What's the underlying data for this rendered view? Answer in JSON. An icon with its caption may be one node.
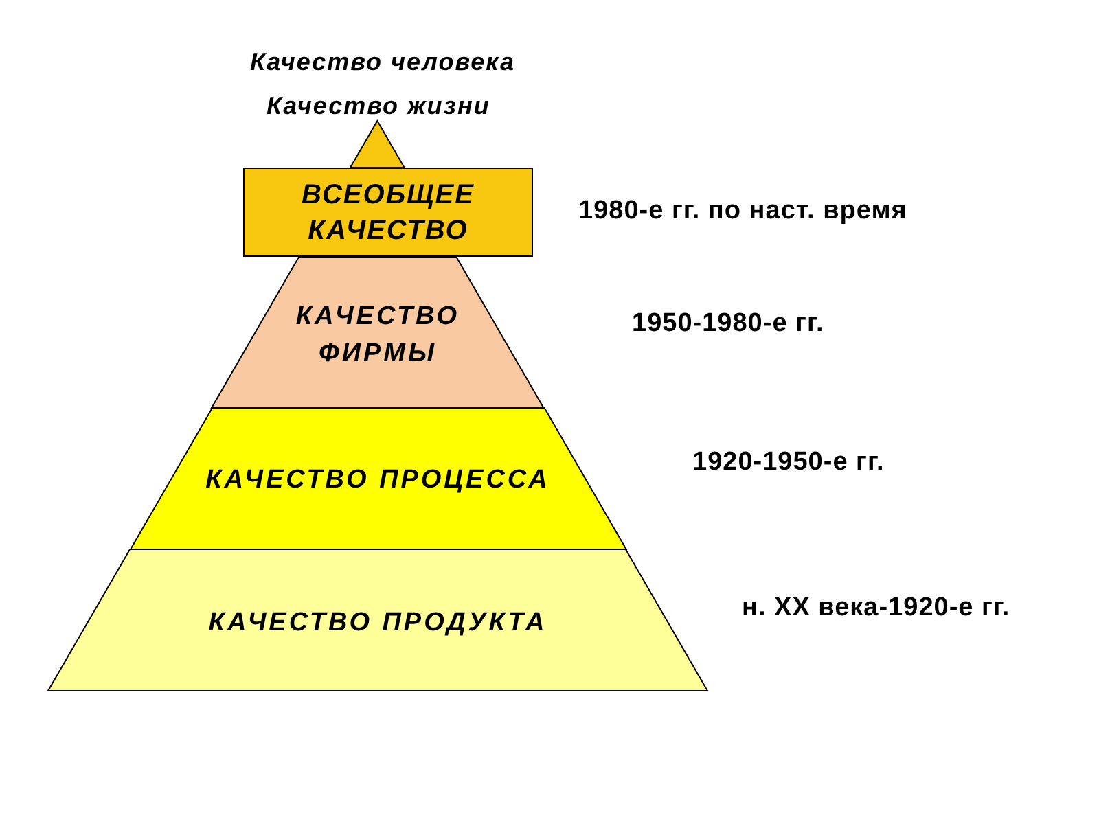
{
  "diagram": {
    "nodes": [
      {
        "text": [],
        "shape": "triangle"
      },
      {
        "text": [
          "ВСЕОБЩЕЕ КАЧЕСТВО"
        ],
        "beside": [
          "1980-е гг. по наст. время"
        ]
      },
      {
        "text": [
          "КАЧЕСТВО ФИРМЫ"
        ],
        "beside": [
          "1950-1980-е гг."
        ]
      },
      {
        "text": [
          "КАЧЕСТВО ПРОЦЕССА"
        ],
        "beside": [
          "1920-1950-е гг."
        ]
      },
      {
        "text": [
          "КАЧЕСТВО ПРОДУКТА"
        ],
        "beside": [
          "н. XX века-1920-е гг."
        ]
      }
    ],
    "labels": [
      "Качество человека",
      "Качество жизни"
    ]
  }
}
